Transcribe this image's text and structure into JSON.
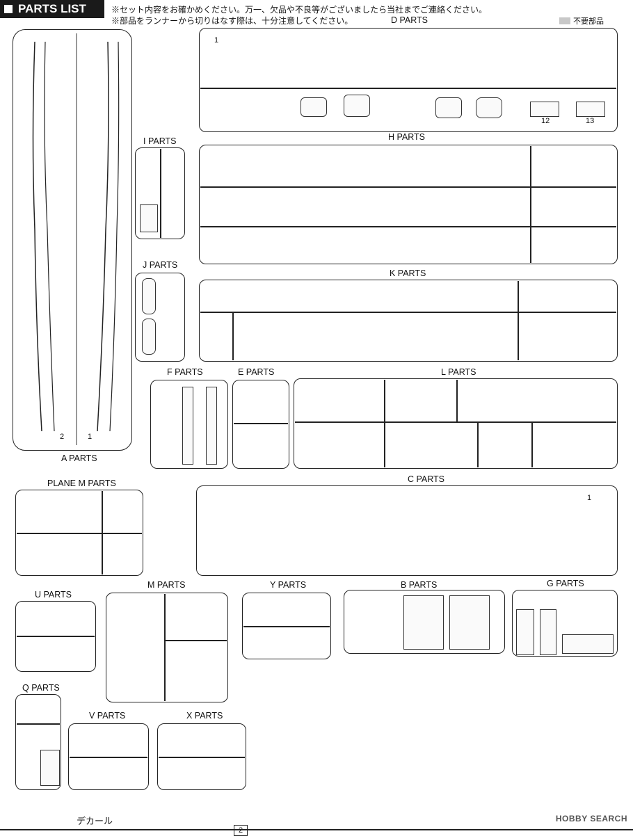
{
  "header": {
    "title": "PARTS LIST"
  },
  "notes": {
    "line1": "※セット内容をお確かめください。万一、欠品や不良等がございましたら当社までご連絡ください。",
    "line2": "※部品をランナーから切りはなす際は、十分注意してください。"
  },
  "legend": {
    "unneeded_label": "不要部品",
    "swatch_color": "#c8c8c8"
  },
  "sprues": {
    "A": "A PARTS",
    "D": "D PARTS",
    "H": "H PARTS",
    "I": "I PARTS",
    "J": "J PARTS",
    "K": "K PARTS",
    "F": "F PARTS",
    "E": "E PARTS",
    "L": "L PARTS",
    "C": "C PARTS",
    "PM": "PLANE  M PARTS",
    "U": "U PARTS",
    "M": "M PARTS",
    "Y": "Y PARTS",
    "B": "B PARTS",
    "G": "G PARTS",
    "Q": "Q PARTS",
    "V": "V PARTS",
    "X": "X PARTS"
  },
  "decal": "デカール",
  "page_number": "2",
  "watermark": "HOBBY SEARCH"
}
